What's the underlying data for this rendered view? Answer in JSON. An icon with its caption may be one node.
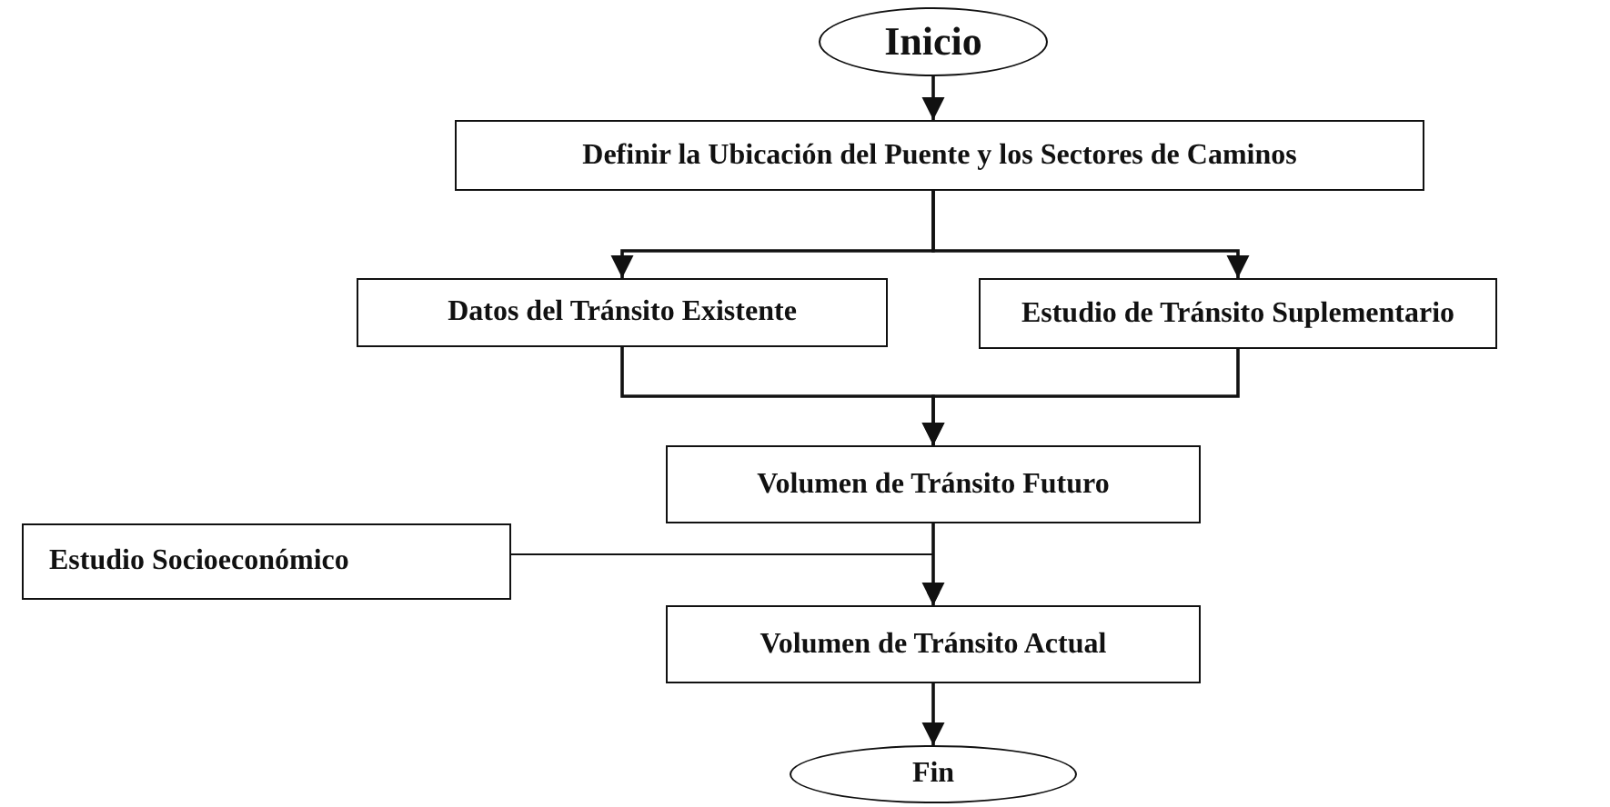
{
  "diagram": {
    "nodes": [
      {
        "text": [
          "Inicio"
        ]
      },
      {
        "text": [
          "Definir la Ubicación del Puente y los Sectores de Caminos"
        ]
      },
      {
        "text": [
          "Datos del Tránsito Existente"
        ]
      },
      {
        "text": [
          "Estudio de Tránsito Suplementario"
        ]
      },
      {
        "text": [
          "Volumen de Tránsito Futuro"
        ]
      },
      {
        "text": [
          "Estudio Socioeconómico"
        ]
      },
      {
        "text": [
          "Volumen de Tránsito Actual"
        ]
      },
      {
        "text": [
          "Fin"
        ]
      }
    ],
    "edges": [
      {
        "from": 0,
        "to": 1,
        "arrow": "to"
      },
      {
        "from": 1,
        "to": 2,
        "arrow": "to"
      },
      {
        "from": 1,
        "to": 3,
        "arrow": "to"
      },
      {
        "from": 2,
        "to": 4,
        "arrow": "to"
      },
      {
        "from": 3,
        "to": 4,
        "arrow": "to"
      },
      {
        "from": 4,
        "to": 6,
        "arrow": "to"
      },
      {
        "from": 5,
        "to": 6,
        "arrow": "to"
      },
      {
        "from": 6,
        "to": 7,
        "arrow": "to"
      }
    ]
  }
}
